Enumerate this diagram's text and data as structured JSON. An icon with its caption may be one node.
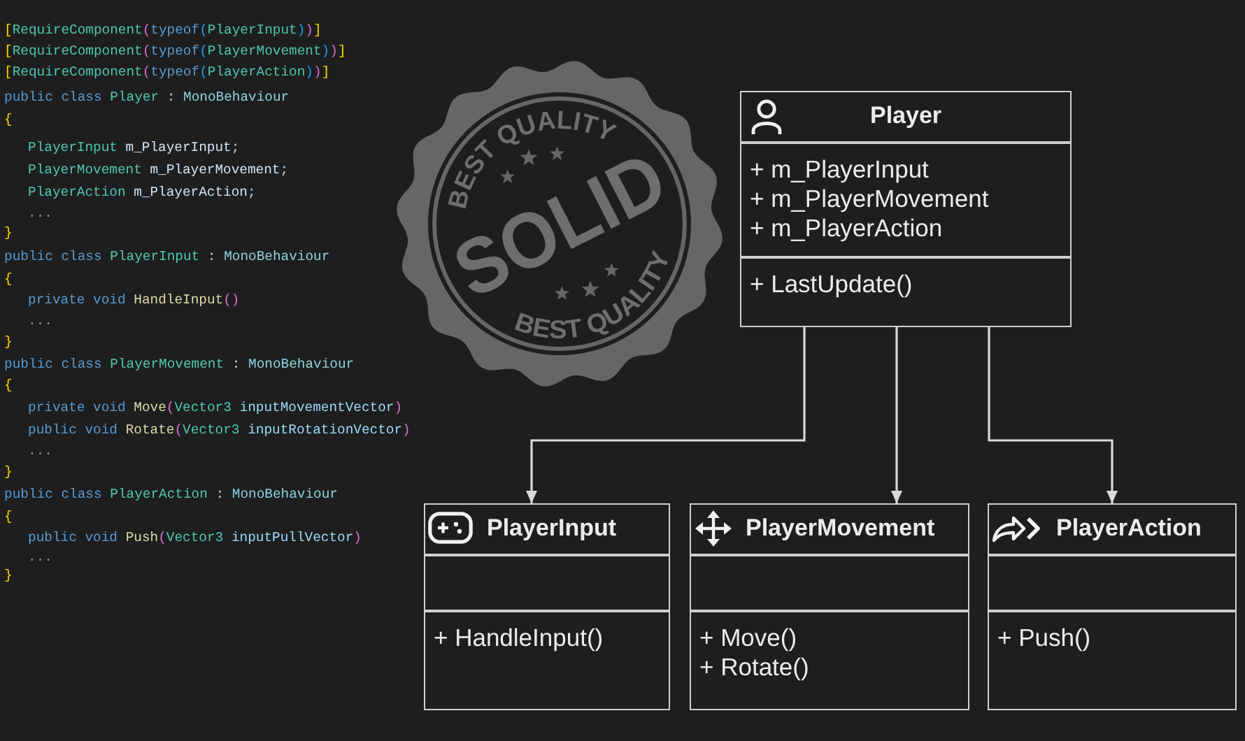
{
  "diagram": {
    "nodes": [
      {
        "text": [
          "Player",
          "+ m_PlayerInput",
          "+ m_PlayerMovement",
          "+ m_PlayerAction",
          "+ LastUpdate()"
        ]
      },
      {
        "text": [
          "PlayerInput",
          "+ HandleInput()"
        ]
      },
      {
        "text": [
          "PlayerMovement",
          "+ Move()",
          "+ Rotate()"
        ]
      },
      {
        "text": [
          "PlayerAction",
          "+ Push()"
        ]
      }
    ],
    "edges": [
      {
        "from": 0,
        "to": 1,
        "arrow": "to"
      },
      {
        "from": 0,
        "to": 2,
        "arrow": "to"
      },
      {
        "from": 0,
        "to": 3,
        "arrow": "to"
      }
    ],
    "labels": [
      "[RequireComponent(typeof(PlayerInput))]",
      "[RequireComponent(typeof(PlayerMovement))]",
      "[RequireComponent(typeof(PlayerAction))]",
      "public class Player : MonoBehaviour",
      "{",
      "PlayerInput m_PlayerInput;",
      "PlayerMovement m_PlayerMovement;",
      "PlayerAction m_PlayerAction;",
      "...",
      "}",
      "public class PlayerInput : MonoBehaviour",
      "{",
      "private void HandleInput()",
      "...",
      "}",
      "public class PlayerMovement : MonoBehaviour",
      "{",
      "private void Move(Vector3 inputMovementVector)",
      "public void Rotate(Vector3 inputRotationVector)",
      "...",
      "}",
      "public class PlayerAction : MonoBehaviour",
      "{",
      "public void Push(Vector3 inputPullVector)",
      "...",
      "}",
      "BEST QUALITY",
      "SOLID",
      "BEST QUALITY"
    ]
  }
}
